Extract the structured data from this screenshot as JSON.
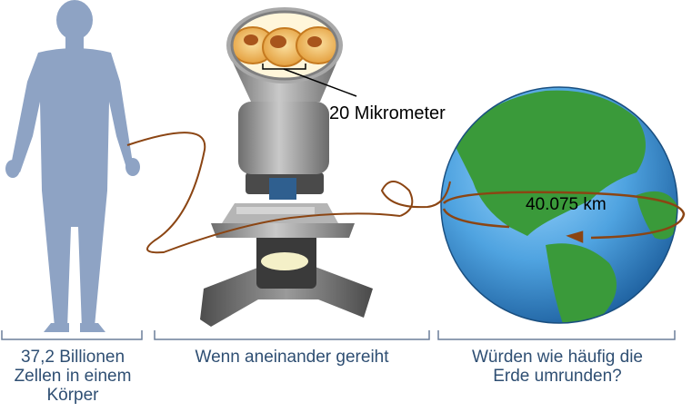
{
  "labels": {
    "cell_size": "20 Mikrometer",
    "earth_circumference": "40.075 km"
  },
  "captions": {
    "body": [
      "37,2 Billionen",
      "Zellen in einem",
      "Körper"
    ],
    "lined_up": "Wenn aneinander gereiht",
    "question": [
      "Würden wie häufig die",
      "Erde umrunden?"
    ]
  },
  "colors": {
    "silhouette": "#8ea3c4",
    "string": "#8b4513",
    "caption_text": "#2f4f73",
    "bracket": "#6b7f9a",
    "ocean": "#4fa3e0",
    "land": "#2f8f2f",
    "cell": "#e9a84a",
    "microscope": "#8a8a8a"
  }
}
